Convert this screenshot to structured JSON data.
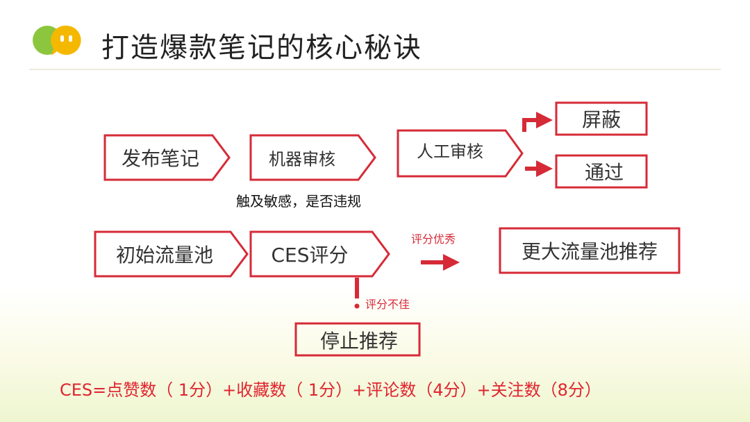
{
  "title": "打造爆款笔记的核心秘诀",
  "colors": {
    "accent": "#d62a37",
    "logo_green": "#8cc63f",
    "logo_yellow": "#f5b800"
  },
  "nodes": {
    "publish": "发布笔记",
    "machine_review": "机器审核",
    "human_review": "人工审核",
    "block": "屏蔽",
    "pass": "通过",
    "initial_pool": "初始流量池",
    "ces_score": "CES评分",
    "bigger_pool": "更大流量池推荐",
    "stop": "停止推荐"
  },
  "notes": {
    "machine_check": "触及敏感，是否违规",
    "score_good": "评分优秀",
    "score_bad": "评分不佳"
  },
  "formula": "CES=点赞数（ 1分）+收藏数（ 1分）+评论数（4分）+关注数（8分）"
}
